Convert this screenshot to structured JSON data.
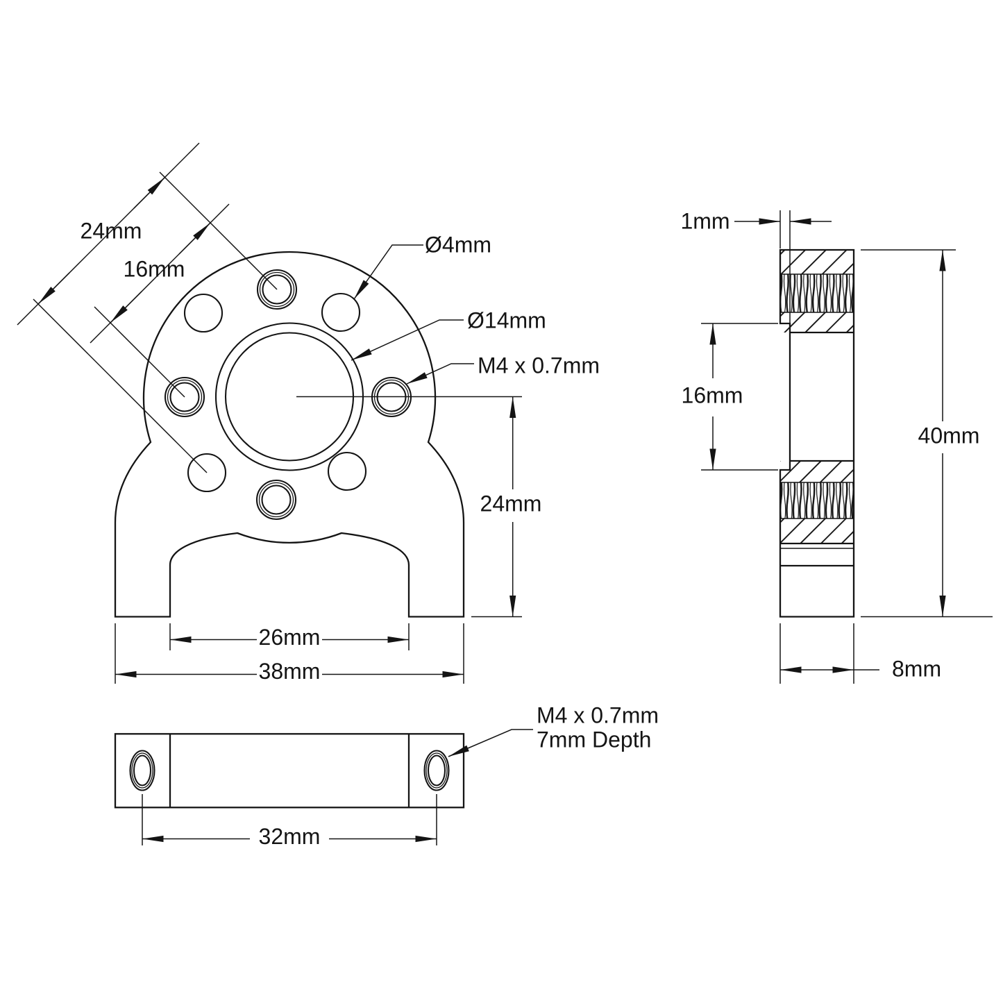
{
  "colors": {
    "line": "#141414",
    "background": "#ffffff"
  },
  "views": {
    "front": {
      "labels": {
        "bolt_circle_24": "24mm",
        "bolt_circle_16": "16mm",
        "hole_diameter": "Ø4mm",
        "bore_diameter": "Ø14mm",
        "thread_spec": "M4 x 0.7mm",
        "center_height": "24mm",
        "inner_width": "26mm",
        "outer_width": "38mm"
      }
    },
    "side": {
      "labels": {
        "lip_depth": "1mm",
        "recess_height": "16mm",
        "overall_height": "40mm",
        "thickness": "8mm"
      }
    },
    "bottom": {
      "labels": {
        "hole_spacing": "32mm",
        "thread_spec_line1": "M4 x 0.7mm",
        "thread_spec_line2": "7mm Depth"
      }
    }
  }
}
